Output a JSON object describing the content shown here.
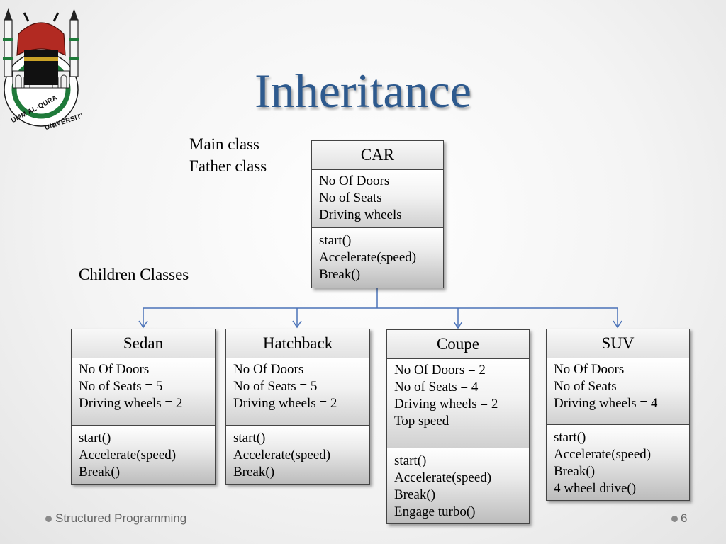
{
  "slide": {
    "title": "Inheritance",
    "footer_text": "Structured Programming",
    "page_number": "6"
  },
  "logo": {
    "text_left": "UMM AL-QURA",
    "text_right": "UNIVERSITY"
  },
  "labels": {
    "main_class": "Main class",
    "father_class": "Father class",
    "children_classes": "Children Classes"
  },
  "colors": {
    "title": "#2e5a8e",
    "connector": "#4a72b8"
  },
  "diagram": {
    "parent": {
      "name": "CAR",
      "attributes": [
        "No Of Doors",
        "No of Seats",
        "Driving wheels"
      ],
      "methods": [
        "start()",
        "Accelerate(speed)",
        "Break()"
      ]
    },
    "children": [
      {
        "name": "Sedan",
        "attributes": [
          "No Of Doors",
          "No of Seats = 5",
          "Driving wheels = 2"
        ],
        "methods": [
          "start()",
          "Accelerate(speed)",
          "Break()"
        ]
      },
      {
        "name": "Hatchback",
        "attributes": [
          "No Of Doors",
          "No of Seats = 5",
          "Driving wheels = 2"
        ],
        "methods": [
          "start()",
          "Accelerate(speed)",
          "Break()"
        ]
      },
      {
        "name": "Coupe",
        "attributes": [
          "No Of Doors = 2",
          "No of Seats = 4",
          "Driving wheels = 2",
          "Top speed"
        ],
        "methods": [
          "start()",
          "Accelerate(speed)",
          "Break()",
          "Engage turbo()"
        ]
      },
      {
        "name": "SUV",
        "attributes": [
          "No Of Doors",
          "No of Seats",
          "Driving wheels = 4"
        ],
        "methods": [
          "start()",
          "Accelerate(speed)",
          "Break()",
          "4 wheel drive()"
        ]
      }
    ]
  }
}
